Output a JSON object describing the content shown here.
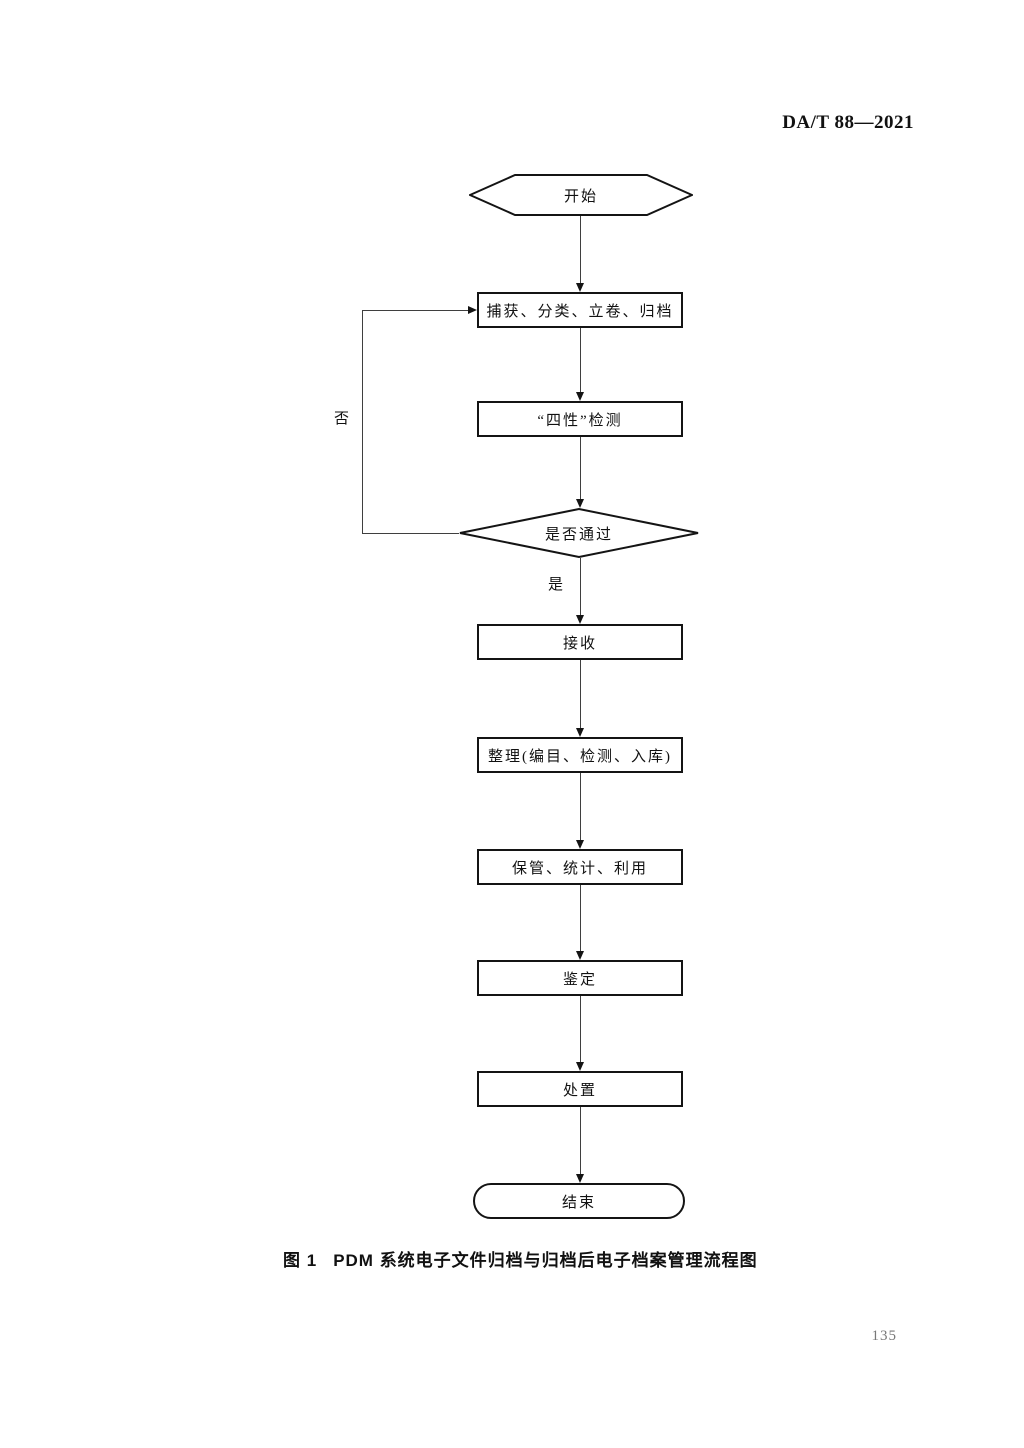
{
  "page": {
    "standard_code": "DA/T 88—2021",
    "page_number": "135"
  },
  "figure": {
    "caption_label": "图 1",
    "caption_title": "PDM 系统电子文件归档与归档后电子档案管理流程图"
  },
  "flowchart": {
    "nodes": {
      "start": "开始",
      "capture": "捕获、分类、立卷、归档",
      "four_checks": "“四性”检测",
      "decision": "是否通过",
      "receive": "接收",
      "organize": "整理(编目、检测、入库)",
      "keep": "保管、统计、利用",
      "appraise": "鉴定",
      "dispose": "处置",
      "end": "结束"
    },
    "branch_labels": {
      "yes": "是",
      "no": "否"
    },
    "colors": {
      "ink": "#141414",
      "connector_line": "#3f3f3f",
      "page_number_gray": "#787878",
      "background": "#ffffff"
    }
  }
}
